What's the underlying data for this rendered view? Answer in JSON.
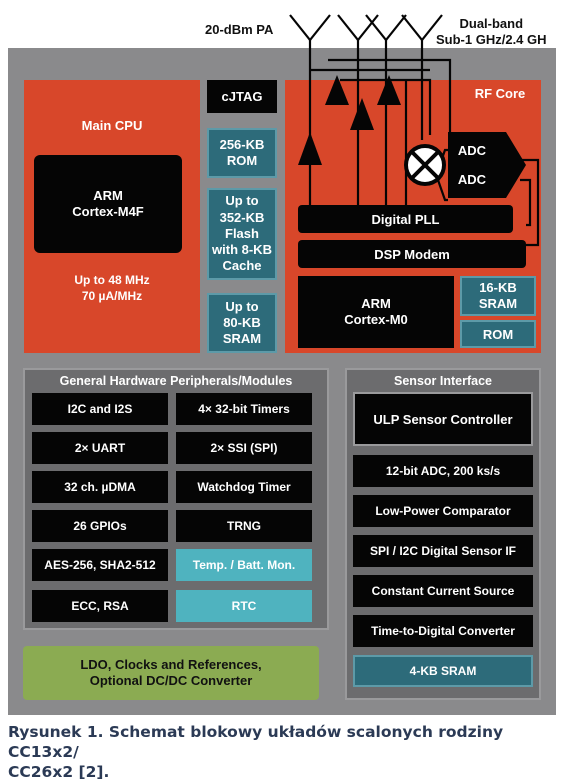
{
  "header": {
    "pa_label": "20-dBm PA",
    "band_label": "Dual-band\nSub-1 GHz/2.4 GH"
  },
  "main_cpu": {
    "title": "Main CPU",
    "core": "ARM\nCortex-M4F",
    "specs": "Up to 48 MHz\n70 µA/MHz"
  },
  "memory": {
    "cjtag": "cJTAG",
    "rom": "256-KB\nROM",
    "flash": "Up to\n352-KB\nFlash\nwith 8-KB\nCache",
    "sram": "Up to\n80-KB\nSRAM"
  },
  "rf_core": {
    "title": "RF Core",
    "adc1": "ADC",
    "adc2": "ADC",
    "pll": "Digital PLL",
    "modem": "DSP Modem",
    "m0": "ARM\nCortex-M0",
    "sram": "16-KB\nSRAM",
    "rom": "ROM"
  },
  "peripherals": {
    "title": "General Hardware Peripherals/Modules",
    "left": [
      "I2C and  I2S",
      "2× UART",
      "32 ch. µDMA",
      "26 GPIOs",
      "AES-256,  SHA2-512",
      "ECC, RSA"
    ],
    "right": [
      "4× 32-bit Timers",
      "2× SSI (SPI)",
      "Watchdog Timer",
      "TRNG",
      "Temp. / Batt. Mon.",
      "RTC"
    ],
    "ldo": "LDO, Clocks and References,\nOptional DC/DC Converter"
  },
  "sensor": {
    "title": "Sensor Interface",
    "controller": "ULP Sensor Controller",
    "items": [
      "12-bit ADC, 200 ks/s",
      "Low-Power Comparator",
      "SPI / I2C Digital Sensor IF",
      "Constant Current Source",
      "Time-to-Digital Converter"
    ],
    "sram": "4-KB SRAM"
  },
  "caption": "Rysunek 1. Schemat blokowy układów scalonych rodziny CC13x2/\nCC26x2 [2].",
  "colors": {
    "frame": "#8a8a8c",
    "orange": "#d8472a",
    "black": "#050505",
    "teal": "#2d6b7a",
    "cyan": "#4fb3bf",
    "green": "#8bab52"
  }
}
